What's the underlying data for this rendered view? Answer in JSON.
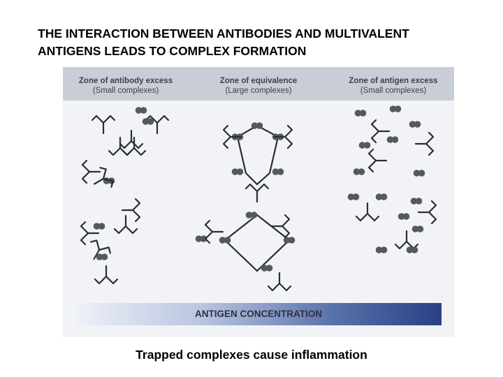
{
  "slide": {
    "title": "THE INTERACTION BETWEEN ANTIBODIES AND MULTIVALENT\nANTIGENS LEADS TO COMPLEX FORMATION",
    "caption": "Trapped complexes cause inflammation"
  },
  "figure": {
    "zones": [
      {
        "label": "Zone of antibody excess",
        "sub": "(Small complexes)"
      },
      {
        "label": "Zone of equivalence",
        "sub": "(Large complexes)"
      },
      {
        "label": "Zone of antigen excess",
        "sub": "(Small complexes)"
      }
    ],
    "concentration_label": "ANTIGEN CONCENTRATION",
    "colors": {
      "antibody": "#2a2d33",
      "antigen": "#55585e",
      "band_start": "#eef1f8",
      "band_end": "#2b3f85"
    },
    "icons": [
      "antibody-icon",
      "antigen-icon"
    ]
  }
}
